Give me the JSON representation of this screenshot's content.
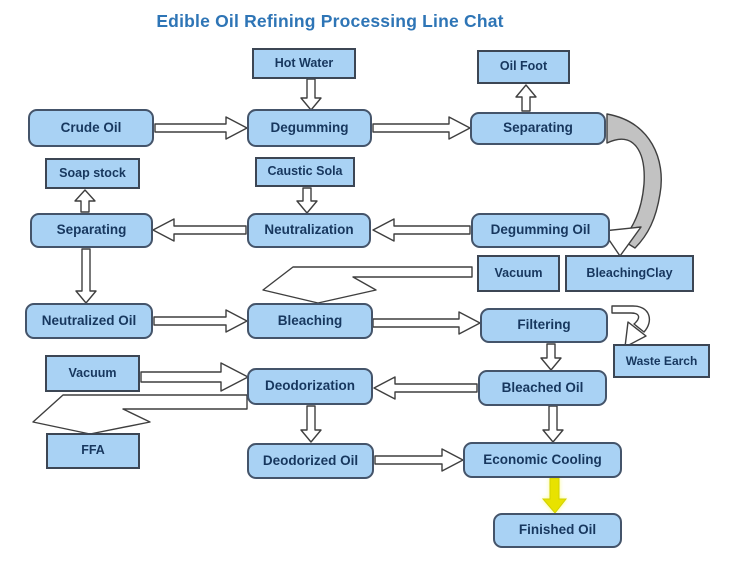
{
  "title": "Edible Oil Refining Processing Line Chat",
  "colors": {
    "box_fill": "#A9D2F4",
    "box_border_square": "#3C4654",
    "box_border_rounded": "#44546A",
    "box_text": "#17375E",
    "title_text": "#2E75B6",
    "arrow_fill": "#FFFFFF",
    "arrow_outline": "#3F3F3F",
    "curve_band_fill": "#C2C2C2",
    "highlight_arrow": "#E8E200"
  },
  "nodes": {
    "hot_water": {
      "label": "Hot Water",
      "type": "input"
    },
    "oil_foot": {
      "label": "Oil Foot",
      "type": "output"
    },
    "crude_oil": {
      "label": "Crude Oil",
      "type": "process"
    },
    "degumming": {
      "label": "Degumming",
      "type": "process"
    },
    "separating_top": {
      "label": "Separating",
      "type": "process"
    },
    "soap_stock": {
      "label": "Soap stock",
      "type": "output"
    },
    "caustic_sola": {
      "label": "Caustic Sola",
      "type": "input"
    },
    "separating_left": {
      "label": "Separating",
      "type": "process"
    },
    "neutralization": {
      "label": "Neutralization",
      "type": "process"
    },
    "degumming_oil": {
      "label": "Degumming Oil",
      "type": "process"
    },
    "vacuum_right": {
      "label": "Vacuum",
      "type": "input"
    },
    "bleaching_clay": {
      "label": "BleachingClay",
      "type": "input"
    },
    "neutralized_oil": {
      "label": "Neutralized Oil",
      "type": "process"
    },
    "bleaching": {
      "label": "Bleaching",
      "type": "process"
    },
    "filtering": {
      "label": "Filtering",
      "type": "process"
    },
    "waste_earch": {
      "label": "Waste Earch",
      "type": "output"
    },
    "vacuum_left": {
      "label": "Vacuum",
      "type": "input"
    },
    "deodorization": {
      "label": "Deodorization",
      "type": "process"
    },
    "bleached_oil": {
      "label": "Bleached Oil",
      "type": "process"
    },
    "ffa": {
      "label": "FFA",
      "type": "output"
    },
    "deodorized_oil": {
      "label": "Deodorized Oil",
      "type": "process"
    },
    "economic_cooling": {
      "label": "Economic Cooling",
      "type": "process"
    },
    "finished_oil": {
      "label": "Finished Oil",
      "type": "process"
    }
  },
  "edges": [
    {
      "from": "hot_water",
      "to": "degumming"
    },
    {
      "from": "crude_oil",
      "to": "degumming"
    },
    {
      "from": "degumming",
      "to": "separating_top"
    },
    {
      "from": "separating_top",
      "to": "oil_foot"
    },
    {
      "from": "separating_top",
      "to": "degumming_oil"
    },
    {
      "from": "degumming_oil",
      "to": "neutralization"
    },
    {
      "from": "caustic_sola",
      "to": "neutralization"
    },
    {
      "from": "neutralization",
      "to": "separating_left"
    },
    {
      "from": "separating_left",
      "to": "soap_stock"
    },
    {
      "from": "separating_left",
      "to": "neutralized_oil"
    },
    {
      "from": "vacuum_right",
      "to": "bleaching"
    },
    {
      "from": "bleaching_clay",
      "to": "bleaching"
    },
    {
      "from": "neutralized_oil",
      "to": "bleaching"
    },
    {
      "from": "bleaching",
      "to": "filtering"
    },
    {
      "from": "filtering",
      "to": "waste_earch"
    },
    {
      "from": "filtering",
      "to": "bleached_oil"
    },
    {
      "from": "vacuum_left",
      "to": "deodorization"
    },
    {
      "from": "bleached_oil",
      "to": "deodorization"
    },
    {
      "from": "deodorization",
      "to": "ffa"
    },
    {
      "from": "deodorization",
      "to": "deodorized_oil"
    },
    {
      "from": "bleached_oil",
      "to": "economic_cooling"
    },
    {
      "from": "deodorized_oil",
      "to": "economic_cooling"
    },
    {
      "from": "economic_cooling",
      "to": "finished_oil",
      "highlight": true
    }
  ]
}
